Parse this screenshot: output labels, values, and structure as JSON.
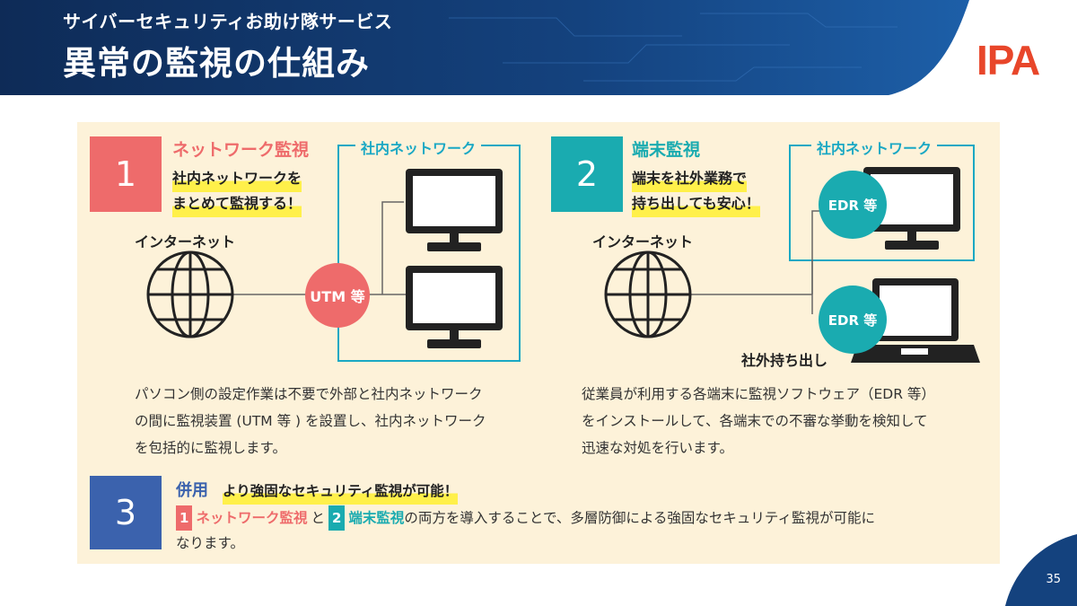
{
  "header": {
    "subtitle": "サイバーセキュリティお助け隊サービス",
    "title": "異常の監視の仕組み",
    "logo": "IPA"
  },
  "section1": {
    "number": "1",
    "title": "ネットワーク監視",
    "highlight_line1": "社内ネットワークを",
    "highlight_line2": "まとめて監視する！",
    "network_label": "社内ネットワーク",
    "internet_label": "インターネット",
    "device_label": "UTM 等",
    "desc_line1": "パソコン側の設定作業は不要で外部と社内ネットワーク",
    "desc_line2": "の間に監視装置 (UTM 等 ) を設置し、社内ネットワーク",
    "desc_line3": "を包括的に監視します。"
  },
  "section2": {
    "number": "2",
    "title": "端末監視",
    "highlight_line1": "端末を社外業務で",
    "highlight_line2": "持ち出しても安心！",
    "network_label": "社内ネットワーク",
    "internet_label": "インターネット",
    "device_label_1": "EDR 等",
    "device_label_2": "EDR 等",
    "mobile_label": "社外持ち出し",
    "desc_line1": "従業員が利用する各端末に監視ソフトウェア（EDR 等）",
    "desc_line2": "をインストールして、各端末での不審な挙動を検知して",
    "desc_line3": "迅速な対処を行います。"
  },
  "section3": {
    "number": "3",
    "title": "併用",
    "highlight": "より強固なセキュリティ監視が可能！",
    "tag1_num": "1",
    "tag1_text": "ネットワーク監視",
    "joiner": "と",
    "tag2_num": "2",
    "tag2_text": "端末監視",
    "desc_rest": "の両方を導入することで、多層防御による強固なセキュリティ監視が可能に",
    "desc_line2": "なります。"
  },
  "page_number": "35",
  "colors": {
    "section1": "#ee6b6b",
    "section2": "#1aabb0",
    "section3": "#3b62ad",
    "network_line": "#1aa8c4",
    "panel_bg": "#fdf2d9",
    "header_bg": "#10305e"
  }
}
